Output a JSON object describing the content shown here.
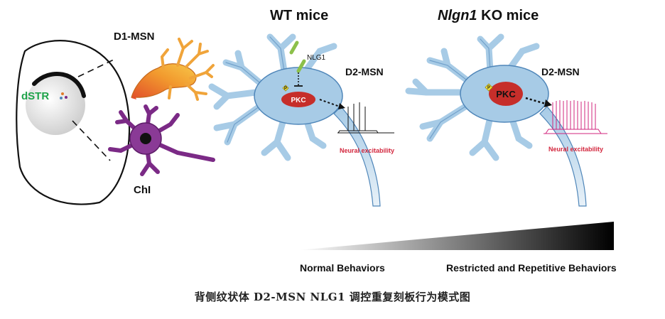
{
  "labels": {
    "wt_title": "WT mice",
    "ko_title_italic": "Nlgn1",
    "ko_title_rest": " KO mice",
    "d1_msn": "D1-MSN",
    "d2_msn_wt": "D2-MSN",
    "d2_msn_ko": "D2-MSN",
    "nlg1": "NLG1",
    "dstr": "dSTR",
    "chi": "ChI",
    "pkc_wt": "PKC",
    "pkc_ko": "PKC",
    "p_wt": "P",
    "p_ko": "P",
    "neural_wt": "Neural excitability",
    "neural_ko": "Neural excitability",
    "normal_behaviors": "Normal Behaviors",
    "restricted_behaviors": "Restricted and Repetitive Behaviors"
  },
  "caption": "背侧纹状体 D2-MSN NLG1 调控重复刻板行为模式图",
  "colors": {
    "neuron_blue": "#a7cbe6",
    "neuron_outline": "#4f86b9",
    "pkc_red": "#c62e2a",
    "d1_orange": "#f19a2b",
    "chi_purple": "#7b2a86",
    "nlg1_green": "#8cc04a",
    "neural_text_red": "#d3263d",
    "spike_magenta": "#d0257d",
    "dstr_green": "#1fa34a"
  }
}
